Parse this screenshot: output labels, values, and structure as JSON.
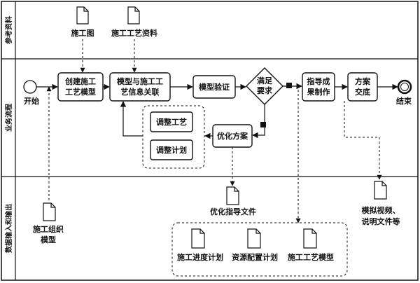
{
  "lanes": {
    "reference": "参考资料",
    "business": "业务流程",
    "data_io": "数据输入和输出"
  },
  "events": {
    "start": "开始",
    "end": "结束"
  },
  "tasks": {
    "create_model": [
      "创建施工",
      "工艺模型"
    ],
    "link_model": [
      "模型与施工工",
      "艺信息关联"
    ],
    "verify_model": "模型验证",
    "decision": [
      "满足",
      "要求"
    ],
    "guide_output": [
      "指导成",
      "果制作"
    ],
    "plan_delivery": [
      "方案",
      "交底"
    ],
    "optimize_plan": "优化方案",
    "adjust_process": "调整工艺",
    "adjust_plan": "调整计划"
  },
  "documents": {
    "construction_drawing": "施工图",
    "process_data": "施工工艺资料",
    "org_model": [
      "施工组织",
      "模型"
    ],
    "optimize_guide": "优化指导文件",
    "sim_video": [
      "模拟视频、",
      "说明文件等"
    ],
    "schedule": "施工进度计划",
    "resource": "资源配置计划",
    "process_model": "施工工艺模型"
  },
  "colors": {
    "line": "#111111",
    "background": "#ffffff"
  }
}
